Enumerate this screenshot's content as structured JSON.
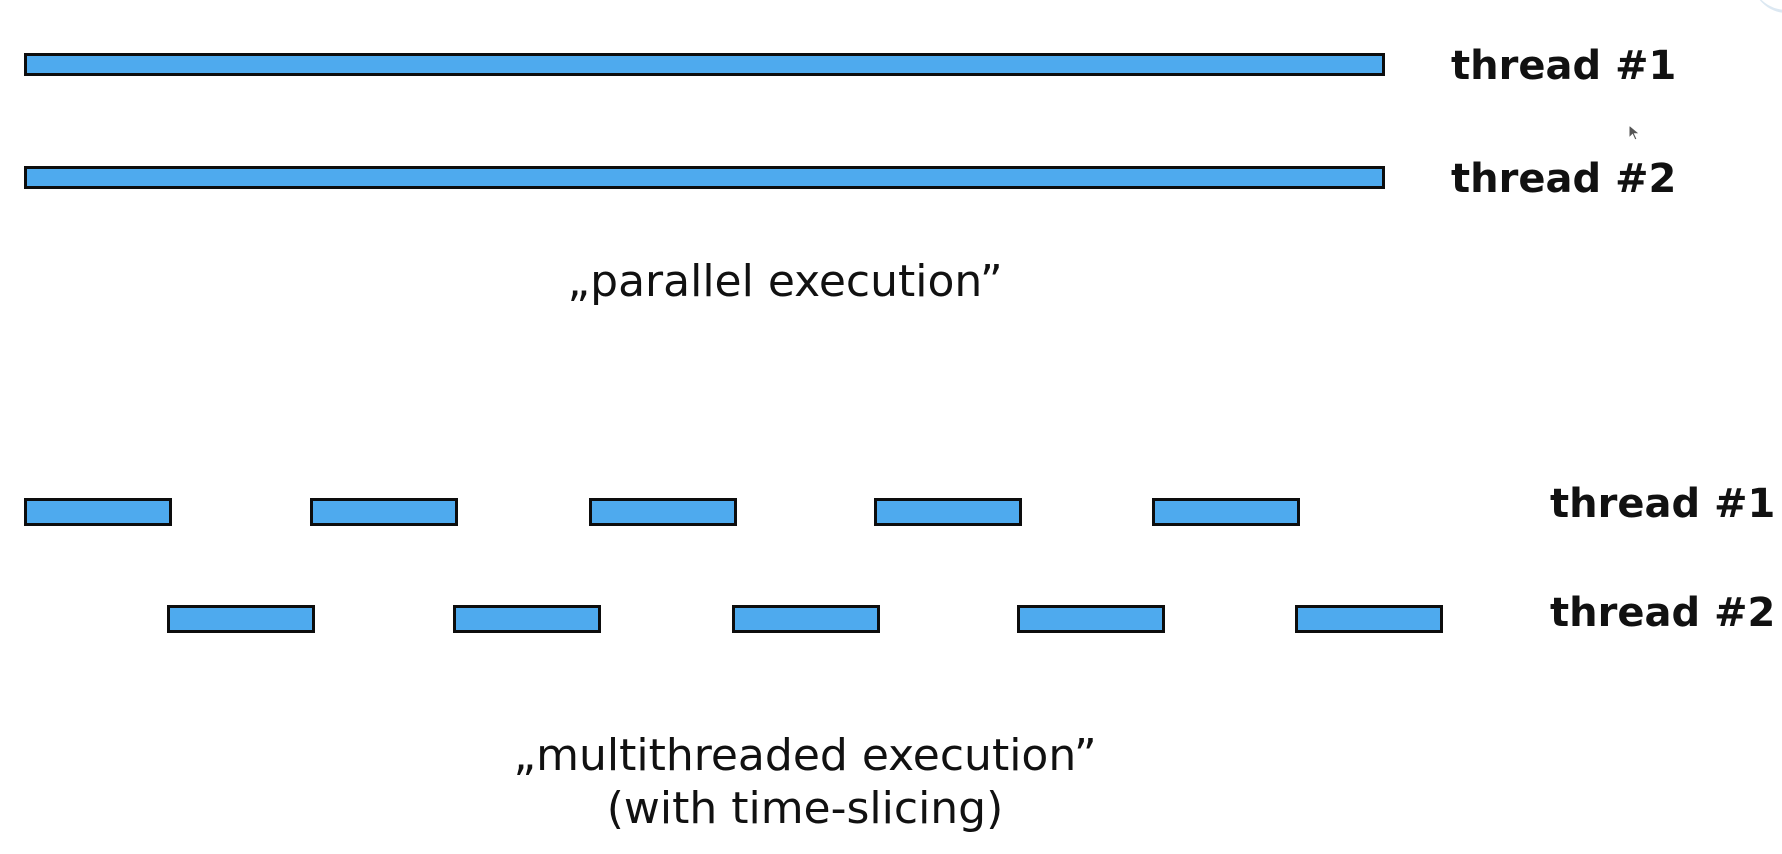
{
  "colors": {
    "bar_fill": "#4eaaee",
    "bar_stroke": "#0d0d0d",
    "text": "#111111",
    "background": "#ffffff"
  },
  "parallel": {
    "caption": "„parallel execution”",
    "threads": [
      {
        "label": "thread #1"
      },
      {
        "label": "thread #2"
      }
    ]
  },
  "multithreaded": {
    "caption_line1": "„multithreaded execution”",
    "caption_line2": "(with time-slicing)",
    "threads": [
      {
        "label": "thread #1",
        "slices": 5
      },
      {
        "label": "thread #2",
        "slices": 5
      }
    ]
  },
  "icons": {
    "cursor": "mouse-pointer-icon"
  }
}
